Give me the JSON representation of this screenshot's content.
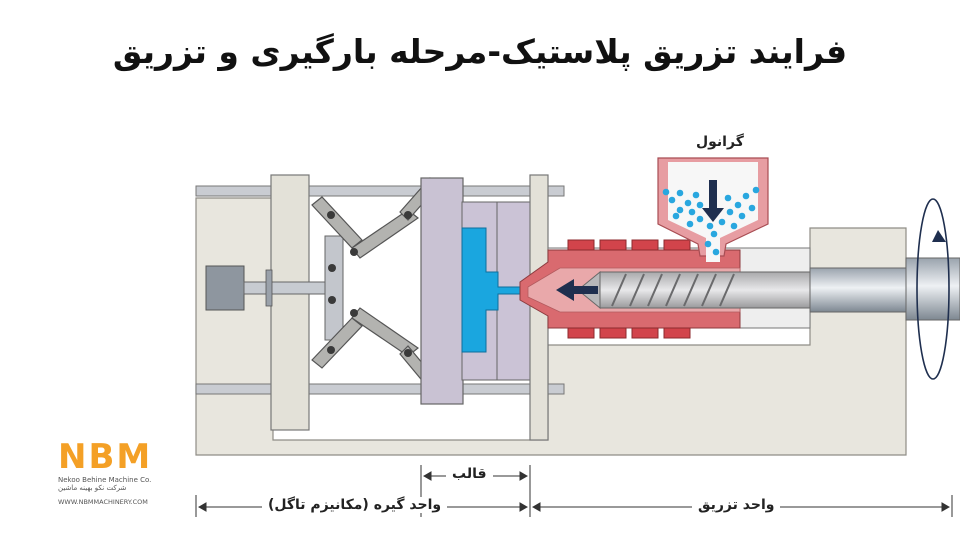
{
  "title": "فرایند تزریق پلاستیک-مرحله بارگیری و تزریق",
  "labels": {
    "granule": "گرانول",
    "mold": "قالب",
    "clamping_unit": "واحد گیره (مکانیزم تاگل)",
    "injection_unit": "واحد تزریق"
  },
  "logo": {
    "mark": "NBM",
    "company_en": "Nekoo Behine Machine Co.",
    "company_fa": "شرکت نکو بهینه ماشین",
    "website": "WWW.NBMMACHINERY.COM"
  },
  "colors": {
    "frame": "#e6e4dc",
    "mold_plate": "#cdc5d8",
    "mold_cavity": "#1aa6df",
    "barrel_red": "#d96a6f",
    "barrel_inner": "#e7a6a8",
    "screw": "#b9b9bb",
    "arrow": "#1f2f4f",
    "granules": "#29a7df",
    "logo_orange": "#f4a026"
  }
}
